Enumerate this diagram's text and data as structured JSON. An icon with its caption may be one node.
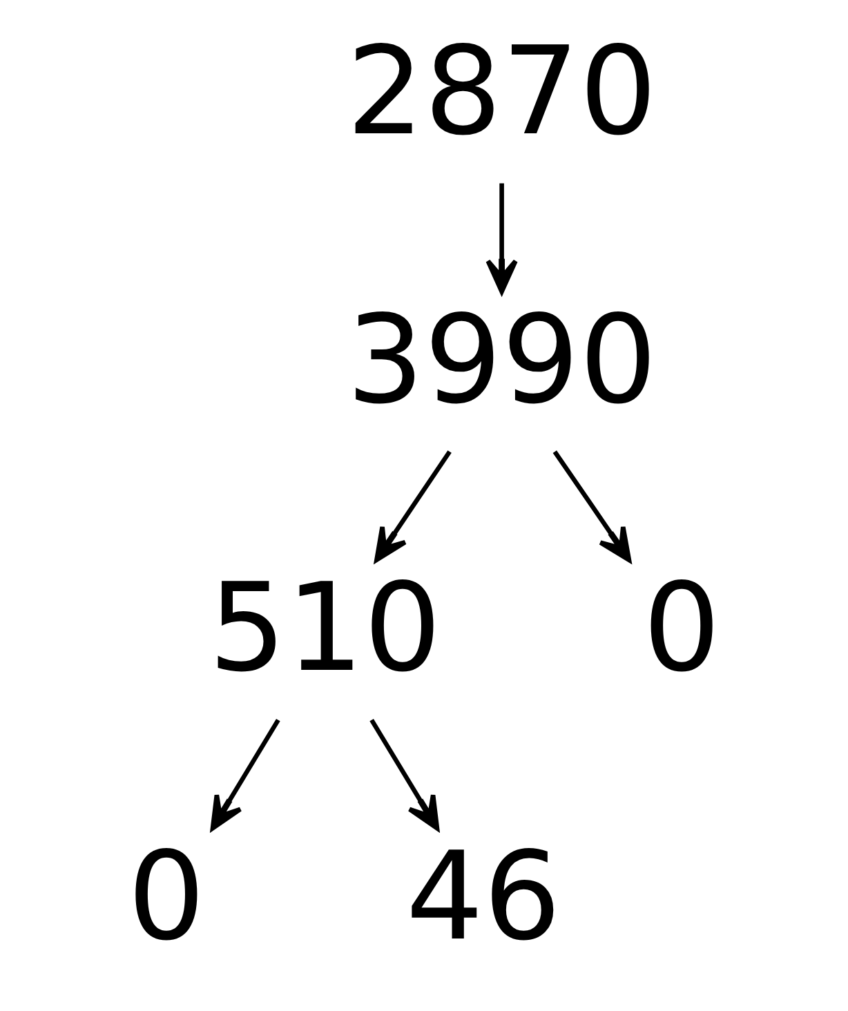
{
  "diagram": {
    "nodes": [
      {
        "text": [
          "2870"
        ]
      },
      {
        "text": [
          "3990"
        ]
      },
      {
        "text": [
          "510"
        ]
      },
      {
        "text": [
          "0"
        ]
      },
      {
        "text": [
          "0"
        ]
      },
      {
        "text": [
          "46"
        ]
      }
    ],
    "edges": [
      {
        "from": 0,
        "to": 1,
        "arrow": "to"
      },
      {
        "from": 1,
        "to": 2,
        "arrow": "to"
      },
      {
        "from": 1,
        "to": 3,
        "arrow": "to"
      },
      {
        "from": 2,
        "to": 4,
        "arrow": "to"
      },
      {
        "from": 2,
        "to": 5,
        "arrow": "to"
      }
    ]
  }
}
